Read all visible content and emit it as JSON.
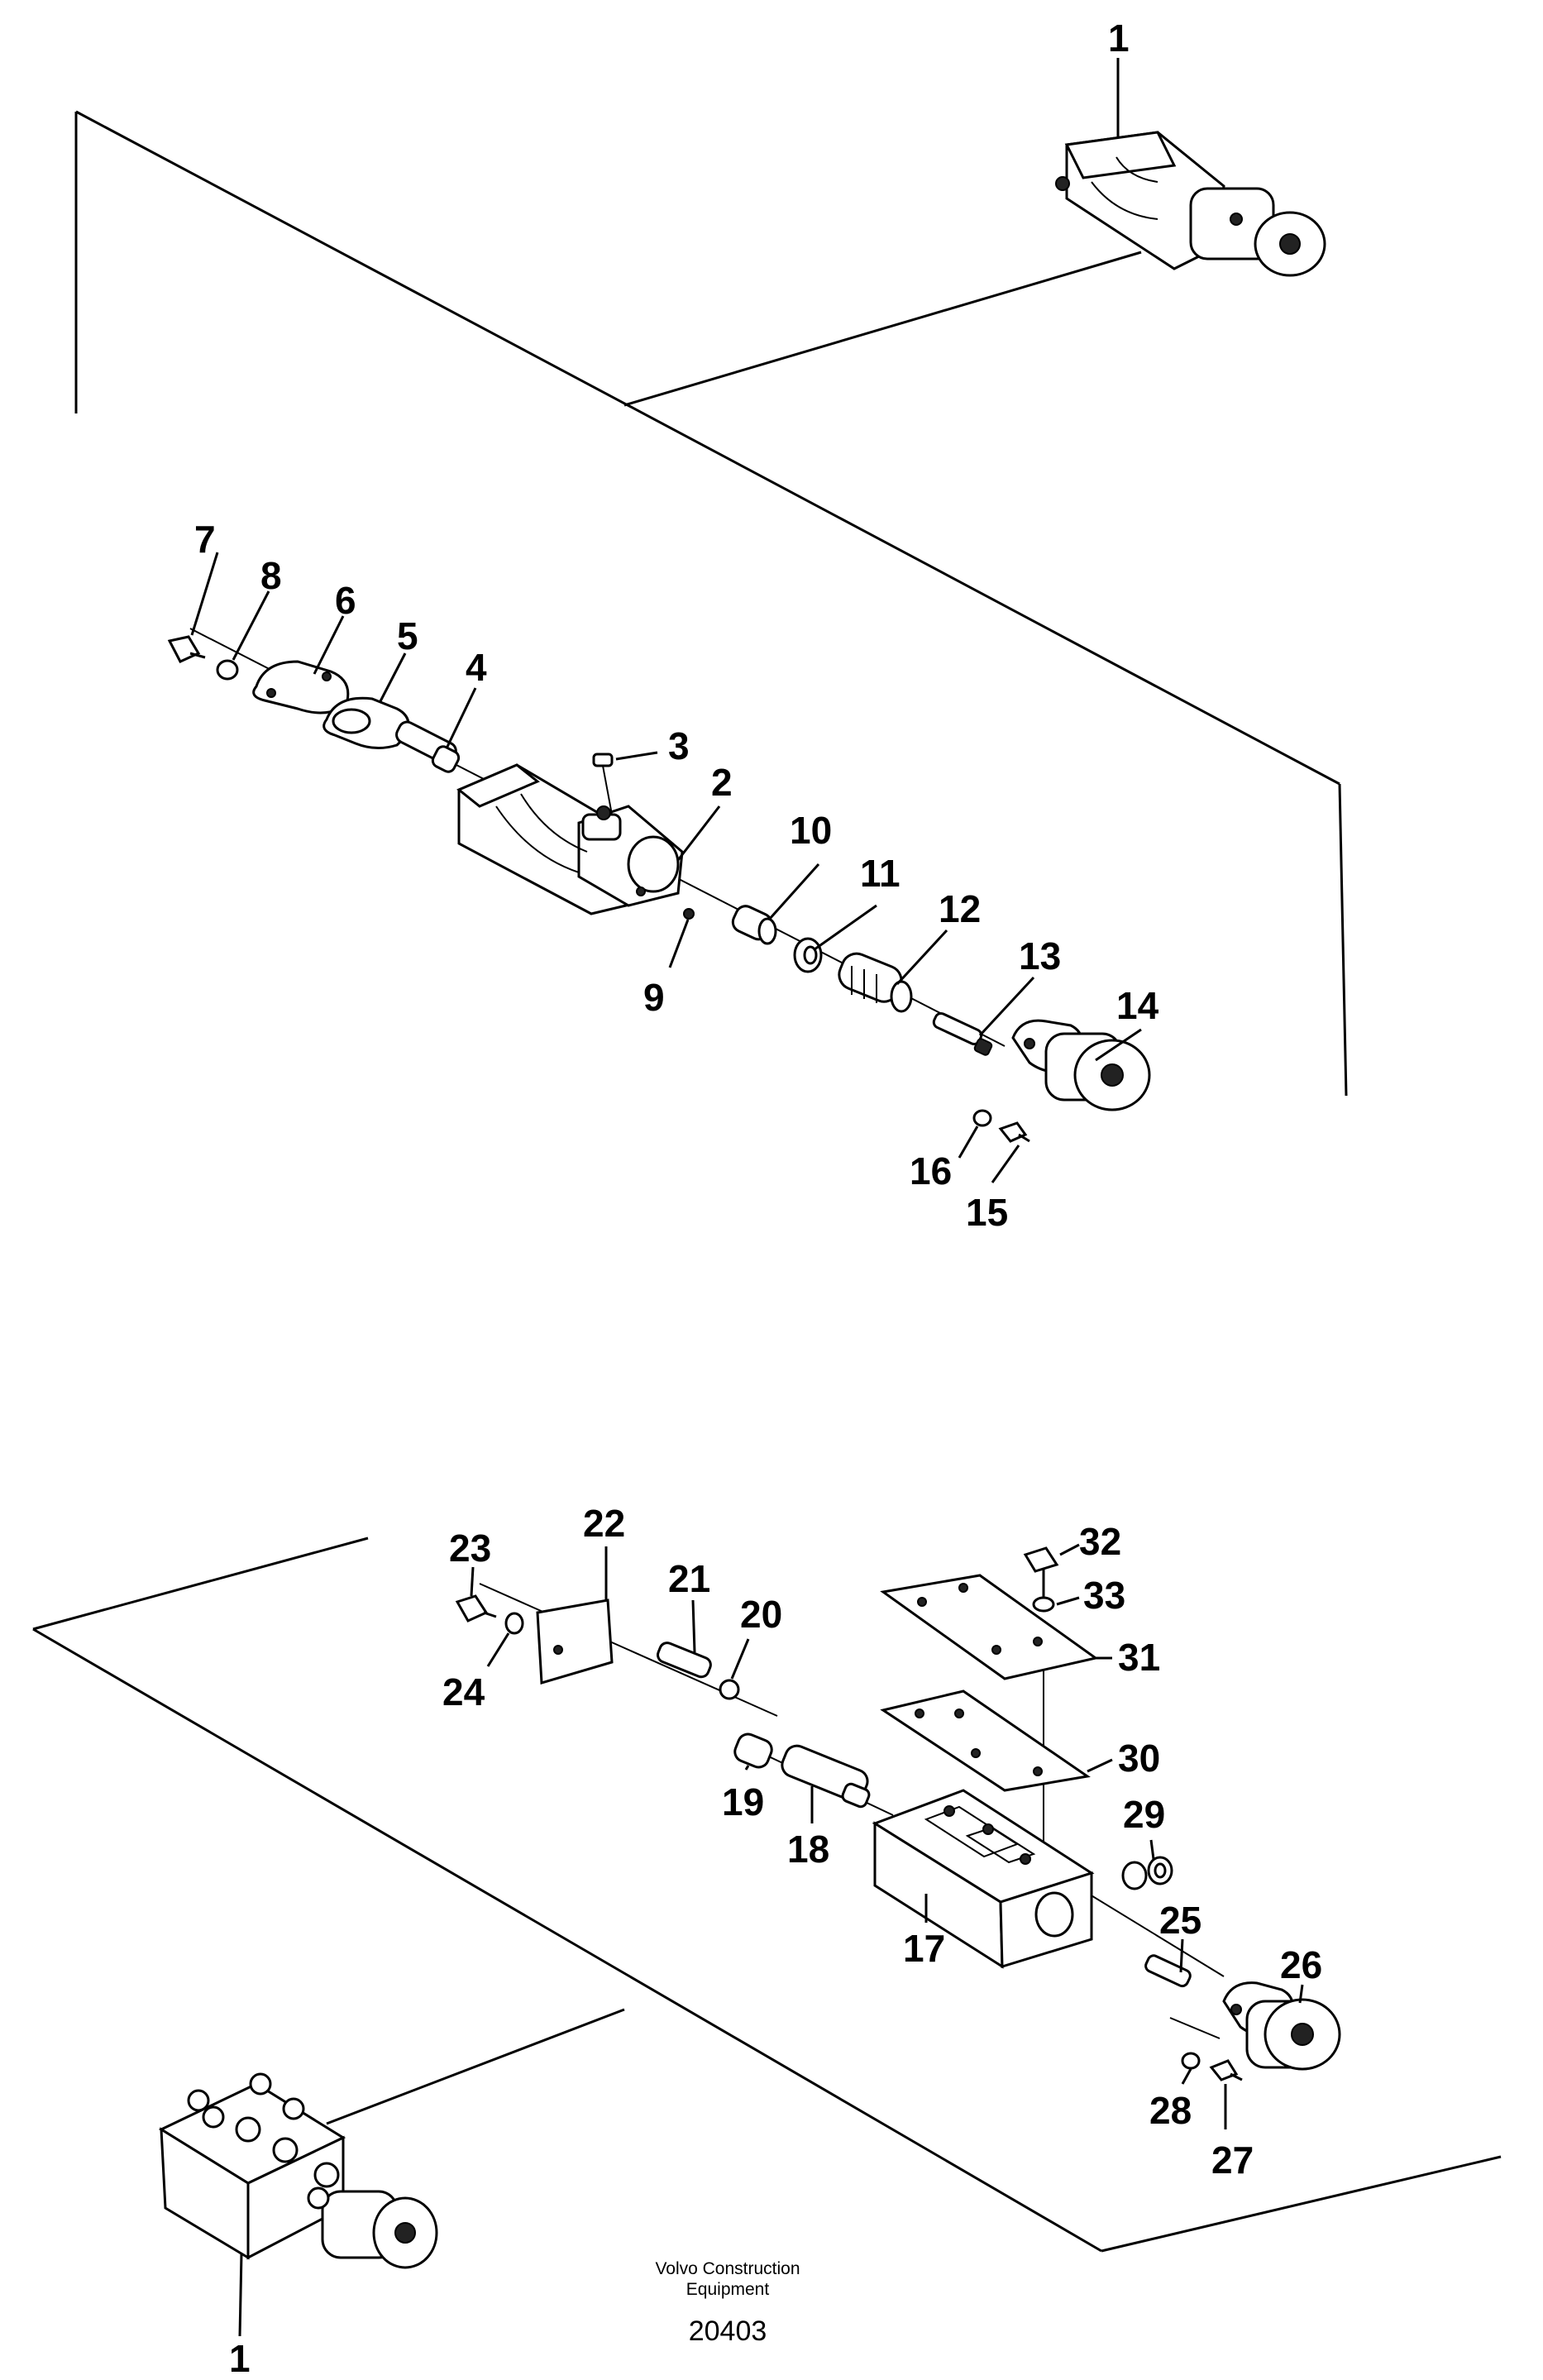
{
  "callouts": {
    "c1_top": "1",
    "c2": "2",
    "c3": "3",
    "c4": "4",
    "c5": "5",
    "c6": "6",
    "c7": "7",
    "c8": "8",
    "c9": "9",
    "c10": "10",
    "c11": "11",
    "c12": "12",
    "c13": "13",
    "c14": "14",
    "c15": "15",
    "c16": "16",
    "c17": "17",
    "c18": "18",
    "c19": "19",
    "c20": "20",
    "c21": "21",
    "c22": "22",
    "c23": "23",
    "c24": "24",
    "c25": "25",
    "c26": "26",
    "c27": "27",
    "c28": "28",
    "c29": "29",
    "c30": "30",
    "c31": "31",
    "c32": "32",
    "c33": "33",
    "c1_bottom": "1"
  },
  "footer": {
    "line1": "Volvo Construction",
    "line2": "Equipment",
    "drawing_number": "20403"
  }
}
